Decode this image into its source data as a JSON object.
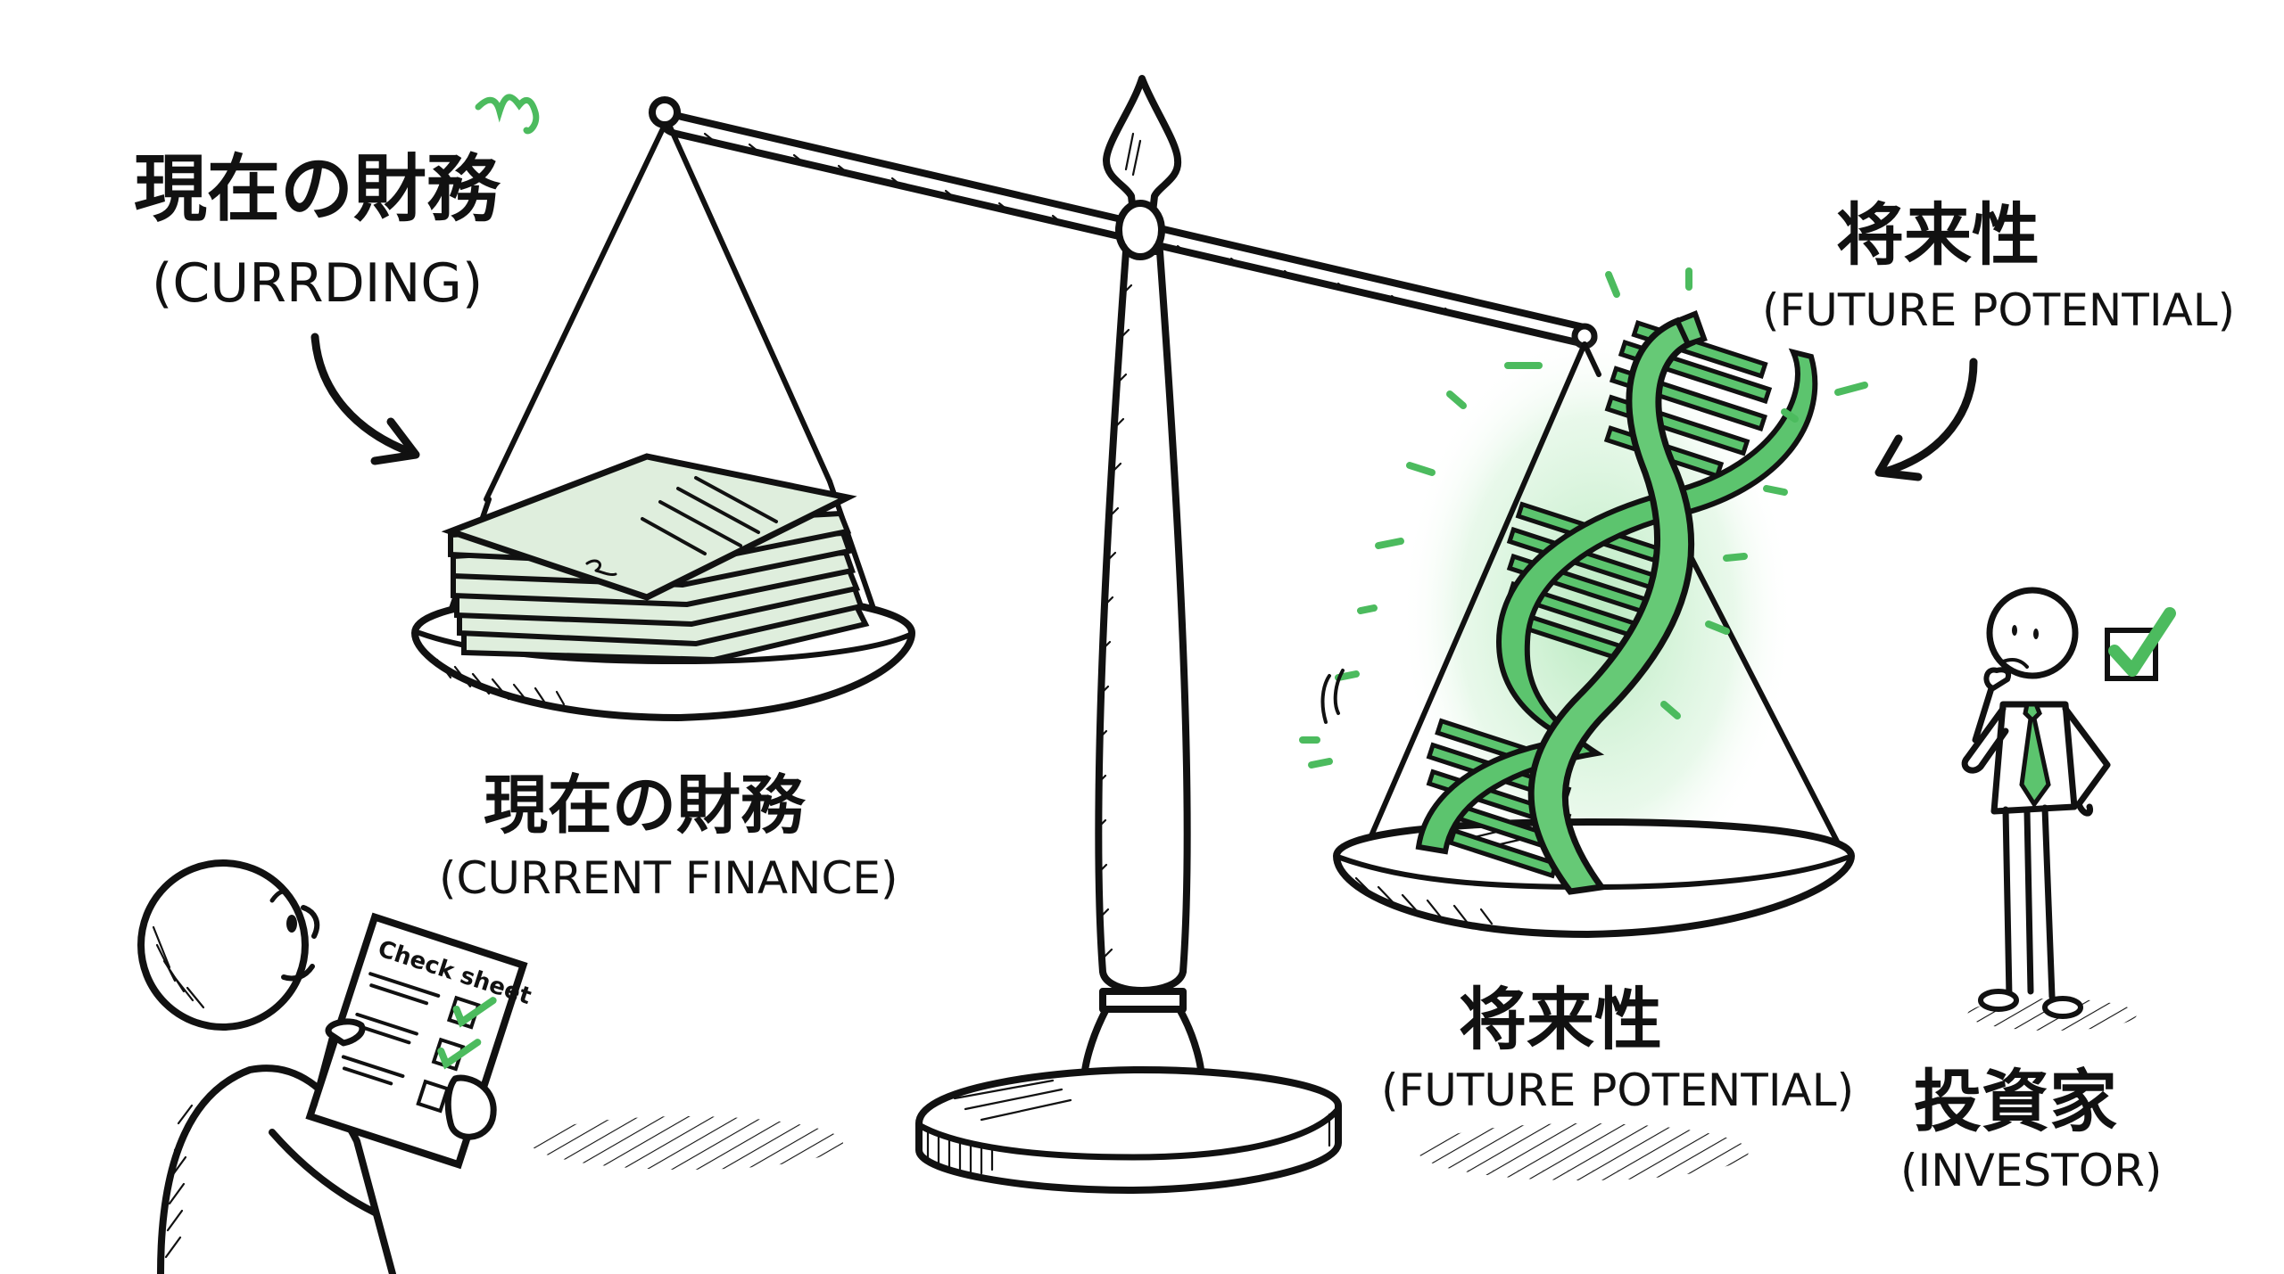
{
  "scene": {
    "background": "#ffffff",
    "ink_color": "#111111",
    "accent_green": "#5cc46e",
    "paper_tint": "#dfeedd"
  },
  "labels": {
    "top_left": {
      "jp": "現在の財務",
      "en": "(CURRDING)"
    },
    "left_pan": {
      "jp": "現在の財務",
      "en": "(CURRENT FINANCE)"
    },
    "top_right": {
      "jp": "将来性",
      "en": "(FUTURE POTENTIAL)"
    },
    "right_pan": {
      "jp": "将来性",
      "en": "(FUTURE POTENTIAL)"
    },
    "investor": {
      "jp": "投資家",
      "en": "(INVESTOR)"
    }
  },
  "check_sheet": {
    "title": "Check sheet",
    "items": [
      {
        "checked": true
      },
      {
        "checked": true
      },
      {
        "checked": false
      }
    ]
  },
  "investor_checkbox": {
    "checked": true
  },
  "icons": {
    "scale": "balance-scale-icon",
    "documents": "document-stack-icon",
    "dna": "dna-helix-icon",
    "arrow_left": "curved-arrow-down-right-icon",
    "arrow_right": "curved-arrow-down-left-icon",
    "sparkle": "sparkle-icon",
    "checkmark": "checkmark-icon"
  }
}
